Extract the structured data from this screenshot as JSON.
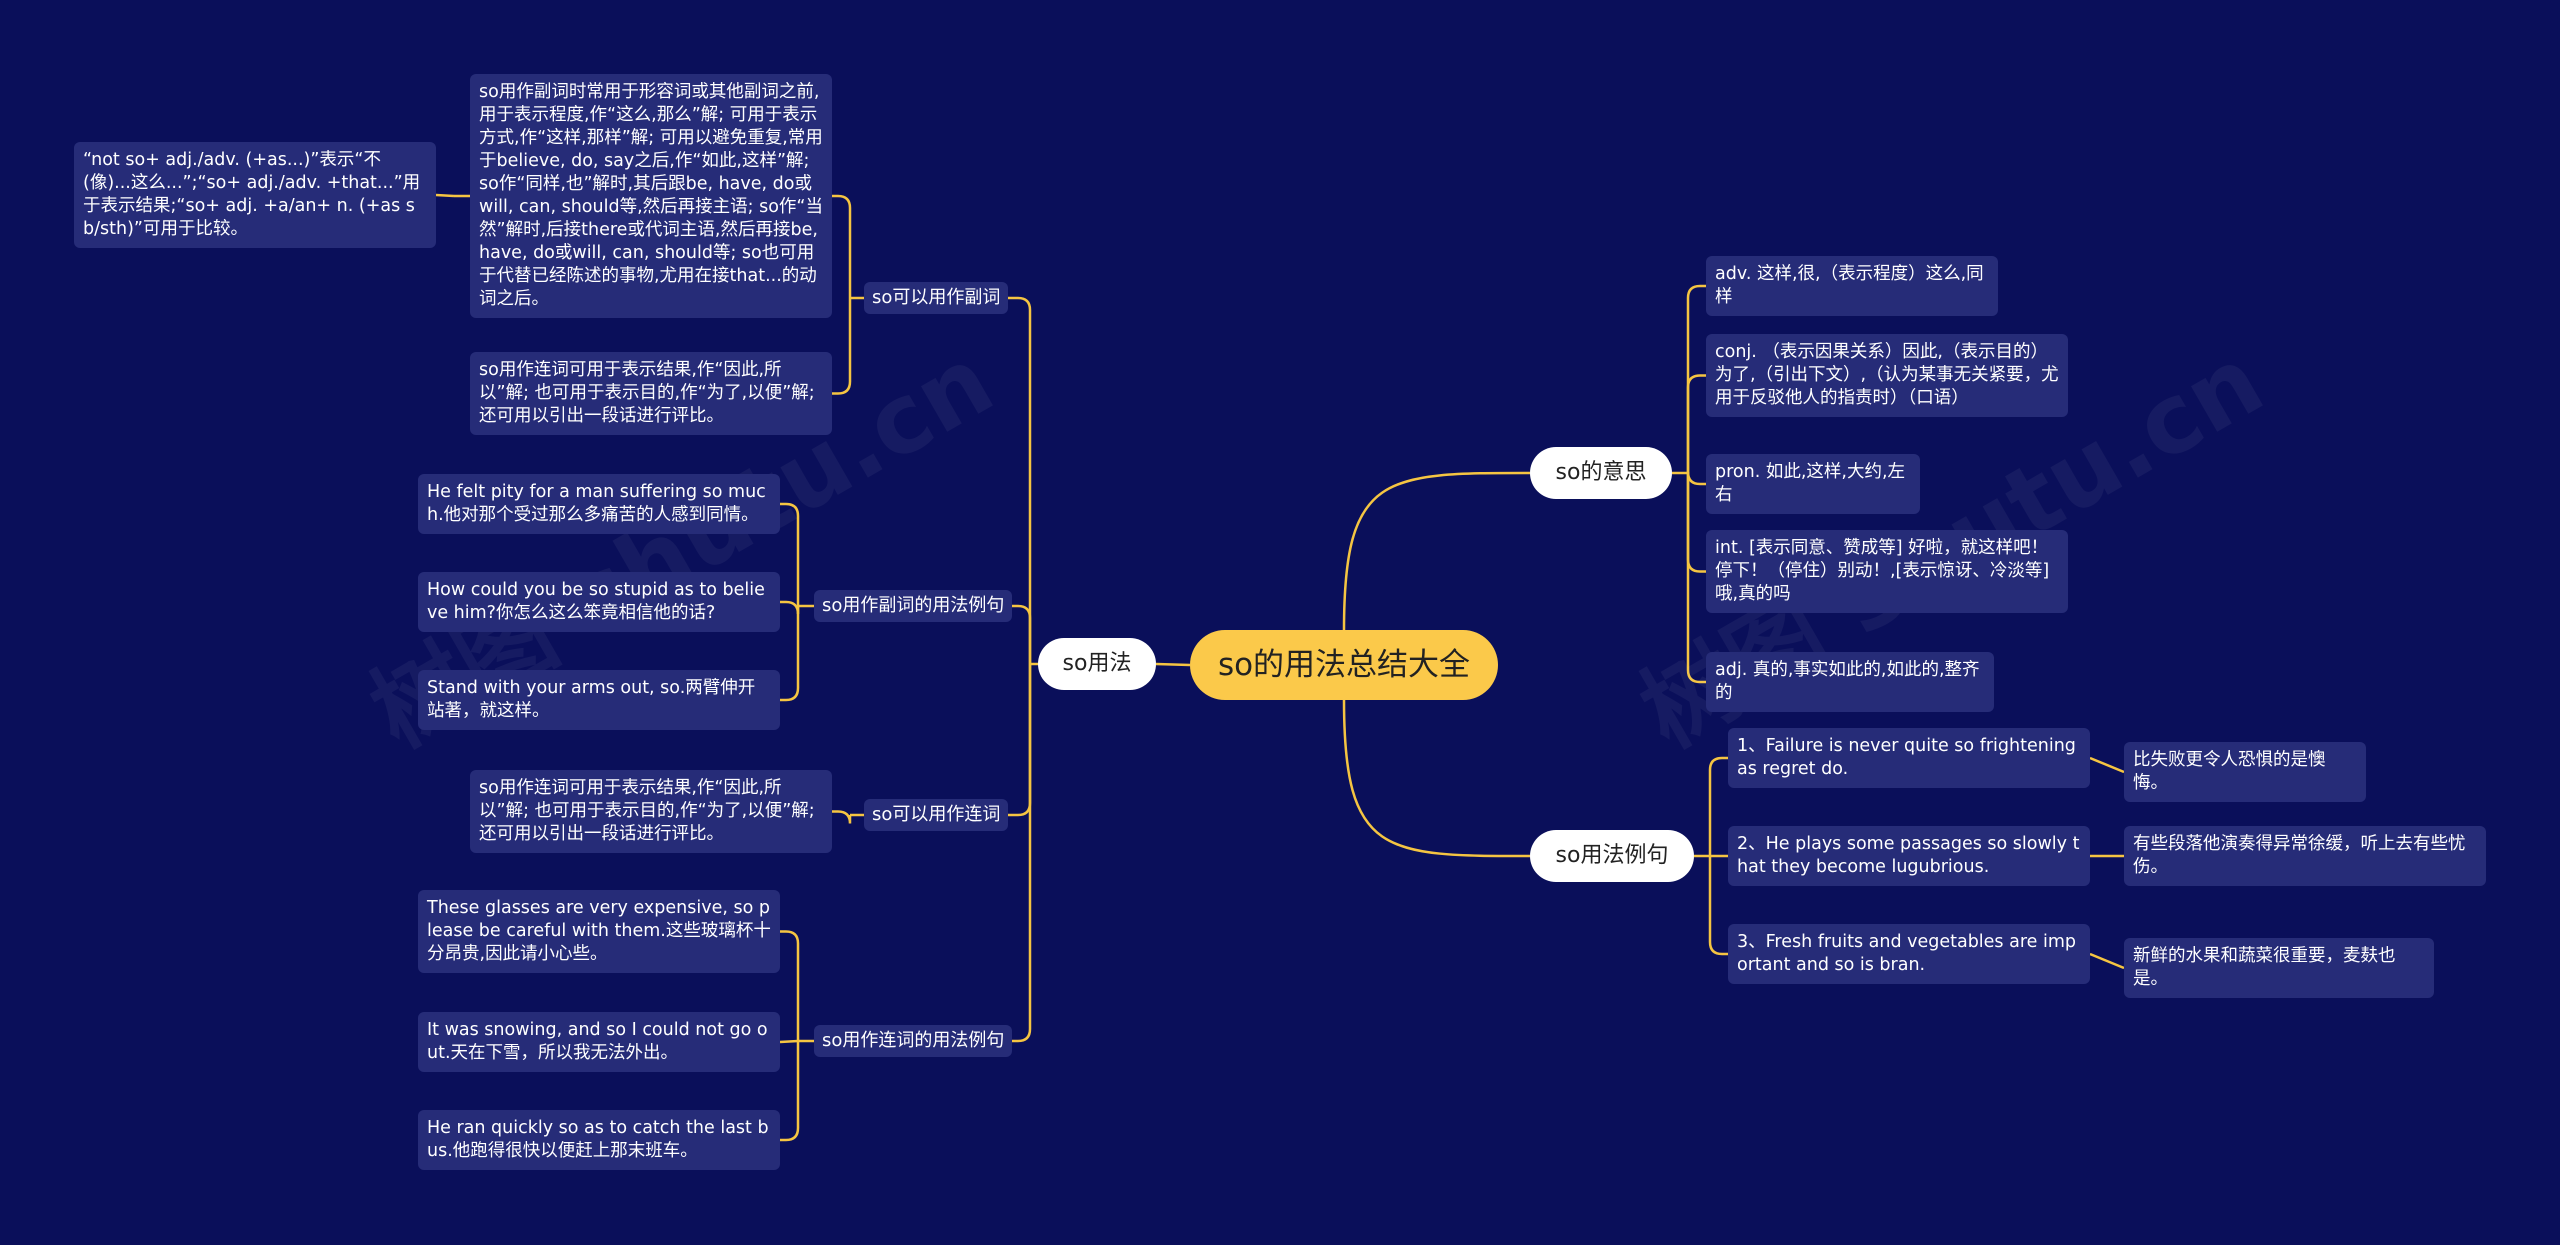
{
  "root": "so的用法总结大全",
  "watermark": "树图 shutu.cn",
  "left_branch": {
    "label": "so用法",
    "groups": [
      {
        "label": "so可以用作副词",
        "items": [
          "so用作副词时常用于形容词或其他副词之前,用于表示程度,作“这么,那么”解; 可用于表示方式,作“这样,那样”解; 可用以避免重复,常用于believe, do, say之后,作“如此,这样”解; so作“同样,也”解时,其后跟be, have, do或will, can, should等,然后再接主语; so作“当然”解时,后接there或代词主语,然后再接be, have, do或will, can, should等; so也可用于代替已经陈述的事物,尤用在接that...的动词之后。",
          "so用作连词可用于表示结果,作“因此,所以”解; 也可用于表示目的,作“为了,以便”解; 还可用以引出一段话进行评比。"
        ],
        "sub_note": "“not so+ adj./adv. (+as...)”表示“不(像)...这么...”;“so+ adj./adv. +that...”用于表示结果;“so+ adj. +a/an+ n. (+as sb/sth)”可用于比较。"
      },
      {
        "label": "so用作副词的用法例句",
        "items": [
          "He felt pity for a man suffering so much.他对那个受过那么多痛苦的人感到同情。",
          "How could you be so stupid as to believe him?你怎么这么笨竟相信他的话?",
          "Stand with your arms out, so.两臂伸开站著，就这样。"
        ]
      },
      {
        "label": "so可以用作连词",
        "items": [
          "so用作连词可用于表示结果,作“因此,所以”解; 也可用于表示目的,作“为了,以便”解; 还可用以引出一段话进行评比。"
        ]
      },
      {
        "label": "so用作连词的用法例句",
        "items": [
          "These glasses are very expensive, so please be careful with them.这些玻璃杯十分昂贵,因此请小心些。",
          "It was snowing, and so I could not go out.天在下雪，所以我无法外出。",
          "He ran quickly so as to catch the last bus.他跑得很快以便赶上那末班车。"
        ]
      }
    ]
  },
  "right_top": {
    "label": "so的意思",
    "items": [
      "adv. 这样,很,（表示程度）这么,同样",
      "conj. （表示因果关系）因此,（表示目的）为了,（引出下文）,（认为某事无关紧要，尤用于反驳他人的指责时）（口语）",
      "pron. 如此,这样,大约,左右",
      "int. [表示同意、赞成等] 好啦，就这样吧！停下！（停住）别动！,[表示惊讶、冷淡等] 哦,真的吗",
      "adj. 真的,事实如此的,如此的,整齐的"
    ]
  },
  "right_bottom": {
    "label": "so用法例句",
    "items": [
      {
        "en": "1、Failure is never quite so frightening as regret do.",
        "zh": "比失败更令人恐惧的是懊悔。"
      },
      {
        "en": "2、He plays some passages so slowly that they become lugubrious.",
        "zh": "有些段落他演奏得异常徐缓，听上去有些忧伤。"
      },
      {
        "en": "3、Fresh fruits and vegetables are important and so is bran.",
        "zh": "新鲜的水果和蔬菜很重要，麦麸也是。"
      }
    ]
  },
  "colors": {
    "background": "#0a0f5a",
    "node": "#262c78",
    "connector": "#f5c542",
    "root": "#fbc94a",
    "pill": "#ffffff"
  }
}
